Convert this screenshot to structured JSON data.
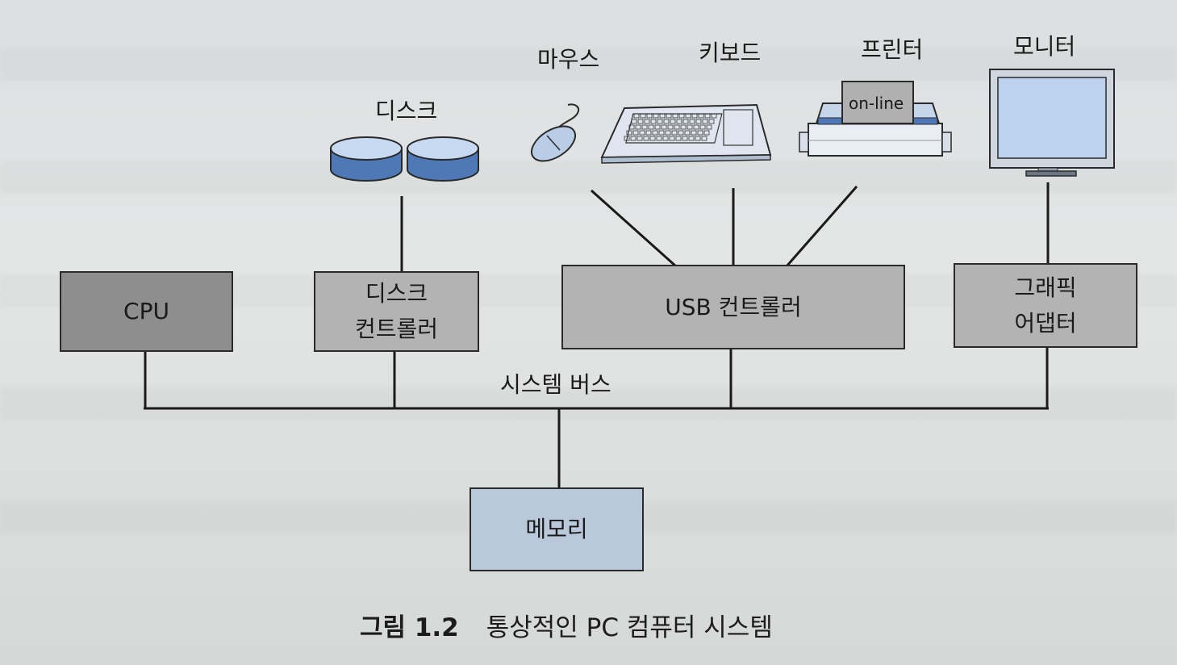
{
  "diagram": {
    "devices": {
      "disk": "디스크",
      "mouse": "마우스",
      "keyboard": "키보드",
      "printer": "프린터",
      "printer_sign": "on-line",
      "monitor": "모니터"
    },
    "components": {
      "cpu": "CPU",
      "disk_controller_line1": "디스크",
      "disk_controller_line2": "컨트롤러",
      "usb_controller": "USB 컨트롤러",
      "graphics_adapter_line1": "그래픽",
      "graphics_adapter_line2": "어댑터",
      "memory": "메모리"
    },
    "bus_label": "시스템 버스"
  },
  "caption": {
    "number": "그림 1.2",
    "text": "통상적인 PC 컴퓨터 시스템"
  },
  "colors": {
    "cpu_fill": "#8e8e8e",
    "controller_fill": "#b3b3b3",
    "memory_fill": "#b9c8da",
    "device_blue": "#8fb0d8"
  }
}
